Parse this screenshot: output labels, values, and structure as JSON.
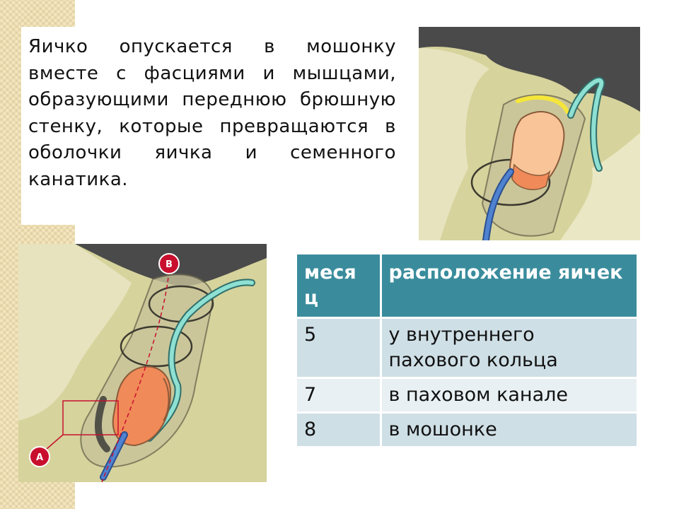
{
  "text": {
    "paragraph": "Яичко опускается в мошонку вместе с фасциями и мышцами, образующими переднюю брюшную стенку, которые превращаются в оболочки яичка и семенного канатика."
  },
  "diagram_labels": {
    "marker_a": "A",
    "marker_b": "B"
  },
  "table": {
    "header_month": "меся ц",
    "header_location": "расположение яичек",
    "rows": [
      {
        "month": "5",
        "location": "у внутреннего пахового кольца"
      },
      {
        "month": "7",
        "location": "в паховом канале"
      },
      {
        "month": "8",
        "location": "в мошонке"
      }
    ]
  },
  "colors": {
    "header_bg": "#3a8c9c",
    "row_dark": "#cfdfe6",
    "row_light": "#e8f0f3",
    "testis": "#f08a58",
    "cord_blue": "#4f82d0",
    "cord_teal": "#8ee0d2",
    "marker_red": "#c8102e"
  }
}
